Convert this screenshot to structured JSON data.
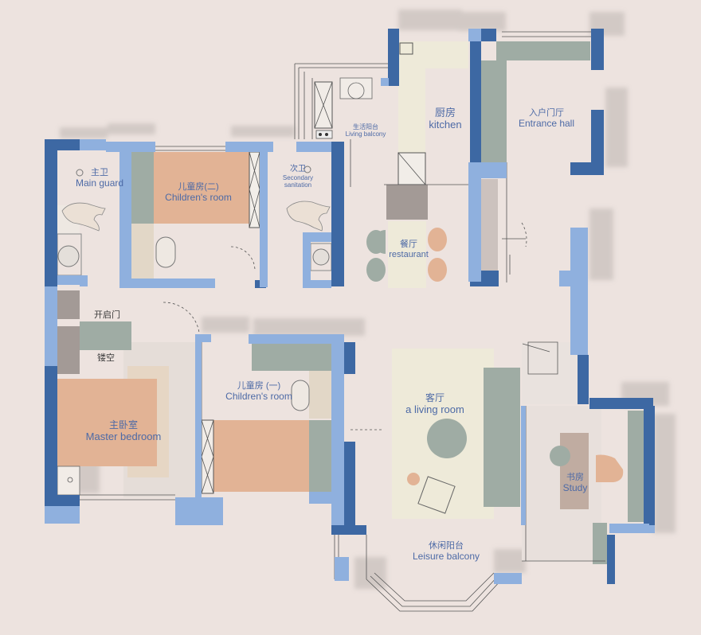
{
  "colors": {
    "background": "#ede3df",
    "wall_dark": "#3d68a3",
    "wall_light": "#8fb0de",
    "peach": "#e2b395",
    "sage": "#9faca4",
    "cream": "#eeead9",
    "taupe": "#a39a96",
    "outline": "#555555"
  },
  "rooms": {
    "master_bath": {
      "cn": "主卫",
      "en": "Main guard"
    },
    "children2": {
      "cn": "儿童房(二)",
      "en": "Children's room"
    },
    "secondary_bath": {
      "cn": "次卫",
      "en1": "Secondary",
      "en2": "sanitation"
    },
    "living_balcony": {
      "cn": "生活阳台",
      "en": "Living balcony"
    },
    "kitchen": {
      "cn": "厨房",
      "en": "kitchen"
    },
    "entrance": {
      "cn": "入户门厅",
      "en": "Entrance hall"
    },
    "restaurant": {
      "cn": "餐厅",
      "en": "restaurant"
    },
    "children1": {
      "cn": "儿童房 (一)",
      "en": "Children's room"
    },
    "living_room": {
      "cn": "客厅",
      "en": "a living room"
    },
    "master_bedroom": {
      "cn": "主卧室",
      "en": "Master bedroom"
    },
    "study": {
      "cn": "书房",
      "en": "Study"
    },
    "leisure_balcony": {
      "cn": "休闲阳台",
      "en": "Leisure balcony"
    }
  },
  "notes": {
    "open_door": "开启门",
    "hollow": "镂空"
  }
}
